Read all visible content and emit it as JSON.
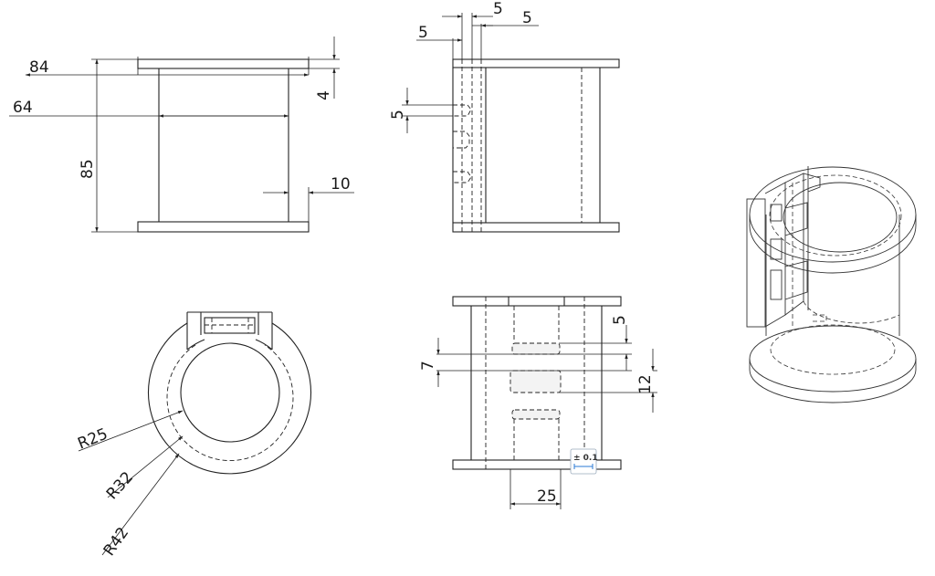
{
  "drawing": {
    "front_view": {
      "dims": {
        "overall_width": "84",
        "inner_width": "64",
        "height": "85",
        "flange_thickness": "4",
        "wall_offset": "10"
      }
    },
    "side_view": {
      "dims": {
        "top_a": "5",
        "top_b": "5",
        "top_c": "5",
        "slot": "5"
      }
    },
    "top_view": {
      "dims": {
        "inner_radius": "R25",
        "mid_radius": "R32",
        "outer_radius": "R42"
      }
    },
    "section_view": {
      "dims": {
        "slot_a": "5",
        "gap": "7",
        "slot_height": "12",
        "slot_width": "25"
      },
      "tolerance_badge": "± 0.1"
    }
  }
}
